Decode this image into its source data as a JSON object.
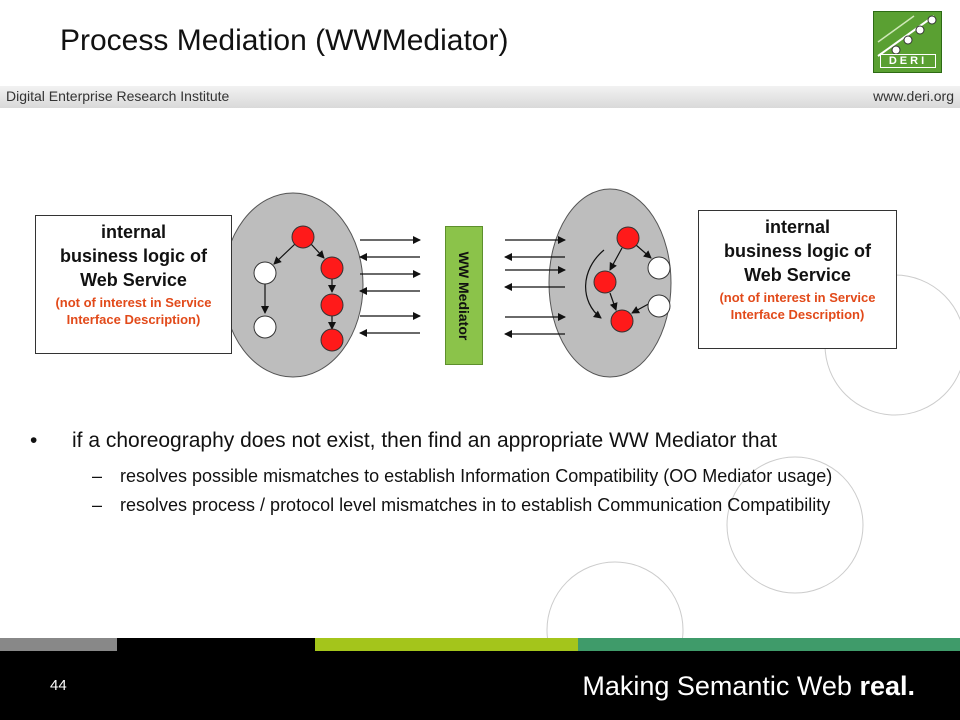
{
  "slide": {
    "title": "Process Mediation (WWMediator)",
    "logo_text": "DERI",
    "institute": "Digital Enterprise Research Institute",
    "site_url": "www.deri.org",
    "page_number": "44",
    "tagline_main": "Making Semantic Web ",
    "tagline_bold": "real."
  },
  "diagram": {
    "left_box": {
      "title": "internal\nbusiness logic of\nWeb Service",
      "note": "(not of interest in Service\nInterface Description)"
    },
    "right_box": {
      "title": "internal\nbusiness logic of\nWeb Service",
      "note": "(not of interest in Service\nInterface Description)"
    },
    "mediator_label": "WW Mediator"
  },
  "bullets": {
    "main": "if a choreography does not exist, then find an appropriate WW Mediator that",
    "subs": [
      "resolves possible mismatches to establish Information Compatibility (OO Mediator usage)",
      "resolves process / protocol level mismatches in to establish Communication Compatibility"
    ]
  },
  "colors": {
    "node_red": "#ff1a1a",
    "node_white": "#ffffff",
    "ellipse_fill": "#bdbdbd",
    "mediator_green": "#8bc34a",
    "note_orange": "#e24a1a",
    "bar_grey": "#888888",
    "bar_green": "#a4c51b",
    "bar_teal": "#3f9b6a"
  }
}
